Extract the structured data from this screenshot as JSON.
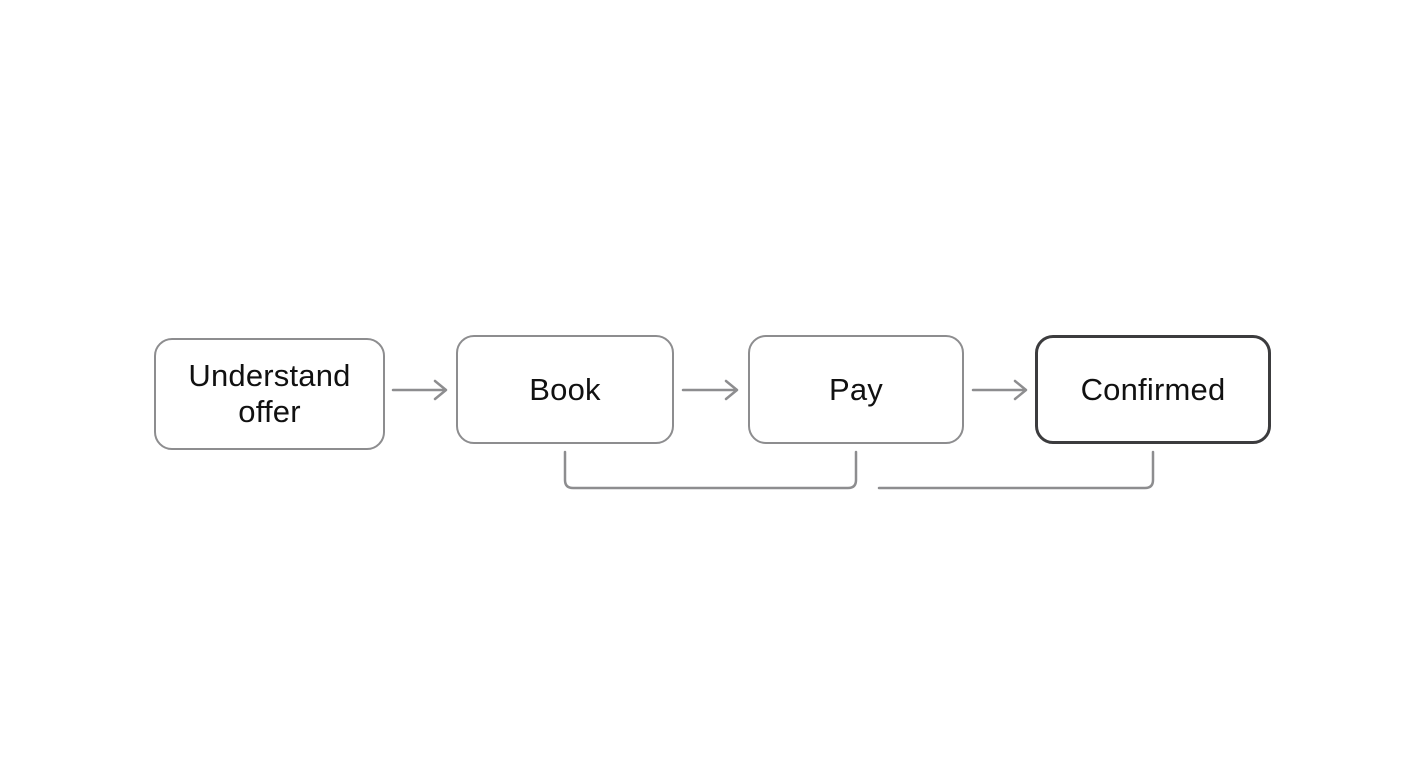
{
  "diagram": {
    "steps": [
      {
        "label": "Understand\noffer",
        "role": "start"
      },
      {
        "label": "Book",
        "role": "intermediate"
      },
      {
        "label": "Pay",
        "role": "intermediate"
      },
      {
        "label": "Confirmed",
        "role": "final"
      }
    ],
    "edges": [
      {
        "from": "Understand offer",
        "to": "Book",
        "type": "arrow"
      },
      {
        "from": "Book",
        "to": "Pay",
        "type": "arrow"
      },
      {
        "from": "Pay",
        "to": "Confirmed",
        "type": "arrow"
      }
    ],
    "brackets": [
      {
        "spans": [
          "Book",
          "Pay"
        ],
        "side": "below"
      },
      {
        "spans": [
          "Pay",
          "Confirmed"
        ],
        "side": "below",
        "open_left": true
      }
    ],
    "colors": {
      "box_border": "#8d8d8f",
      "final_box_border": "#3c3c3e",
      "connector": "#8d8d8f",
      "text": "#111111",
      "background": "#ffffff"
    }
  }
}
